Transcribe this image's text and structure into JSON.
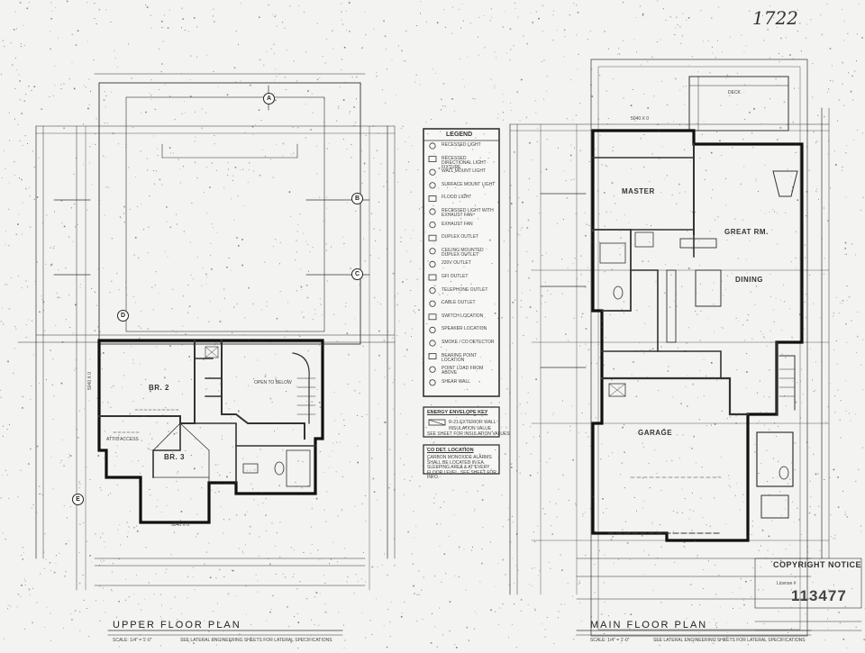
{
  "sheet_number": "1722",
  "upper_plan": {
    "title": "UPPER FLOOR PLAN",
    "scale_note": "SCALE: 1/4\" = 1'-0\"",
    "footer_notes": [
      "SEE LATERAL ENGINEERING SHEETS FOR LATERAL SPECIFICATIONS"
    ],
    "rooms": [
      {
        "label": "BR. 2"
      },
      {
        "label": "BR. 3"
      },
      {
        "label": "OPEN TO BELOW"
      },
      {
        "label": "ATTIC ACCESS"
      }
    ],
    "dims": {
      "top_window": "5040 X 0",
      "bottom_window": "5040 X 0"
    },
    "element_tags": [
      "A",
      "B",
      "C",
      "D",
      "E"
    ]
  },
  "main_plan": {
    "title": "MAIN FLOOR PLAN",
    "scale_note": "SCALE: 1/4\" = 1'-0\"",
    "footer_notes": [
      "SEE LATERAL ENGINEERING SHEETS FOR LATERAL SPECIFICATIONS"
    ],
    "rooms": [
      {
        "label": "MASTER"
      },
      {
        "label": "GREAT RM."
      },
      {
        "label": "DINING"
      },
      {
        "label": "GARAGE"
      },
      {
        "label": "DECK"
      }
    ],
    "dims": {
      "top_window": "5040 X 0"
    }
  },
  "legend": {
    "title": "LEGEND",
    "items": [
      "RECESSED LIGHT",
      "RECESSED DIRECTIONAL LIGHT FIXTURE",
      "WALL MOUNT LIGHT",
      "SURFACE MOUNT LIGHT",
      "FLOOD LIGHT",
      "RECESSED LIGHT WITH EXHAUST FAN",
      "EXHAUST FAN",
      "DUPLEX OUTLET",
      "CEILING MOUNTED DUPLEX OUTLET",
      "220V OUTLET",
      "GFI OUTLET",
      "TELEPHONE OUTLET",
      "CABLE OUTLET",
      "SWITCH LOCATION",
      "SPEAKER LOCATION",
      "SMOKE / CO DETECTOR",
      "BEARING POINT LOCATION",
      "POINT LOAD FROM ABOVE",
      "SHEAR WALL"
    ]
  },
  "energy_key": {
    "title": "ENERGY ENVELOPE KEY",
    "items": [
      "R-21 EXTERIOR WALL",
      "INSULATION VALUE",
      "SEE SHEET FOR INSULATION VALUES"
    ]
  },
  "co_box": {
    "title": "CO DET. LOCATION",
    "text": "CARBON MONOXIDE ALARMS SHALL BE LOCATED IN EA. SLEEPING AREA & AT EVERY FLOOR LEVEL. SEE SHEET FOR INFO."
  },
  "copyright": {
    "title": "COPYRIGHT NOTICE",
    "license": "License #",
    "number": "113477"
  }
}
